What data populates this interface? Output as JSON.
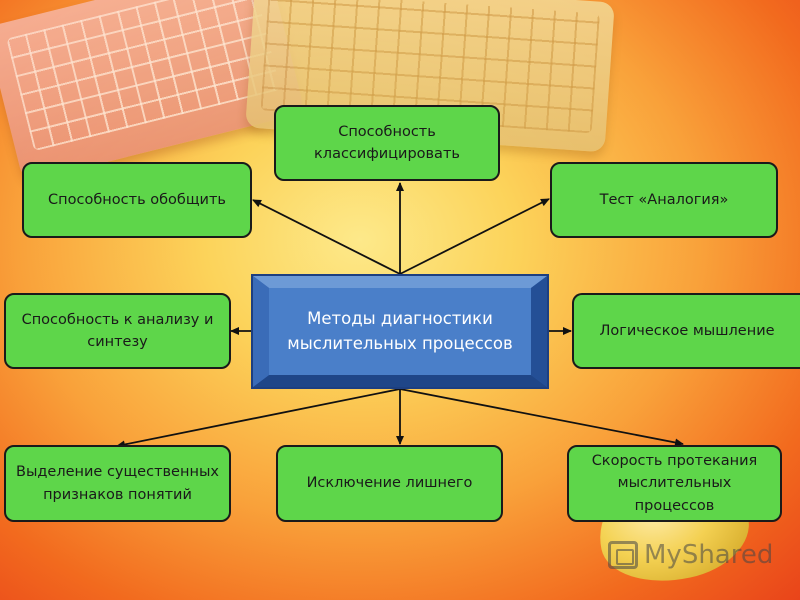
{
  "diagram": {
    "center": {
      "label": "Методы диагностики мыслительных процессов"
    },
    "nodes": [
      {
        "id": "classify",
        "label": "Способность классифицировать"
      },
      {
        "id": "generalize",
        "label": "Способность обобщить"
      },
      {
        "id": "analogy",
        "label": "Тест «Аналогия»"
      },
      {
        "id": "analysis",
        "label": "Способность к анализу и синтезу"
      },
      {
        "id": "logic",
        "label": "Логическое мышление"
      },
      {
        "id": "features",
        "label": "Выделение существенных признаков понятий"
      },
      {
        "id": "exclusion",
        "label": "Исключение лишнего"
      },
      {
        "id": "speed",
        "label": "Скорость протекания мыслительных процессов"
      }
    ],
    "edges": [
      {
        "from": "center",
        "to": "classify"
      },
      {
        "from": "center",
        "to": "generalize"
      },
      {
        "from": "center",
        "to": "analogy"
      },
      {
        "from": "center",
        "to": "analysis"
      },
      {
        "from": "center",
        "to": "logic"
      },
      {
        "from": "center",
        "to": "features"
      },
      {
        "from": "center",
        "to": "exclusion"
      },
      {
        "from": "center",
        "to": "speed"
      }
    ]
  },
  "colors": {
    "node_fill": "#5ed64a",
    "center_fill": "#4a7fc9",
    "background_gradient": [
      "#fde98a",
      "#f9a13a",
      "#e9441a"
    ]
  },
  "watermark": {
    "text": "MyShared"
  }
}
